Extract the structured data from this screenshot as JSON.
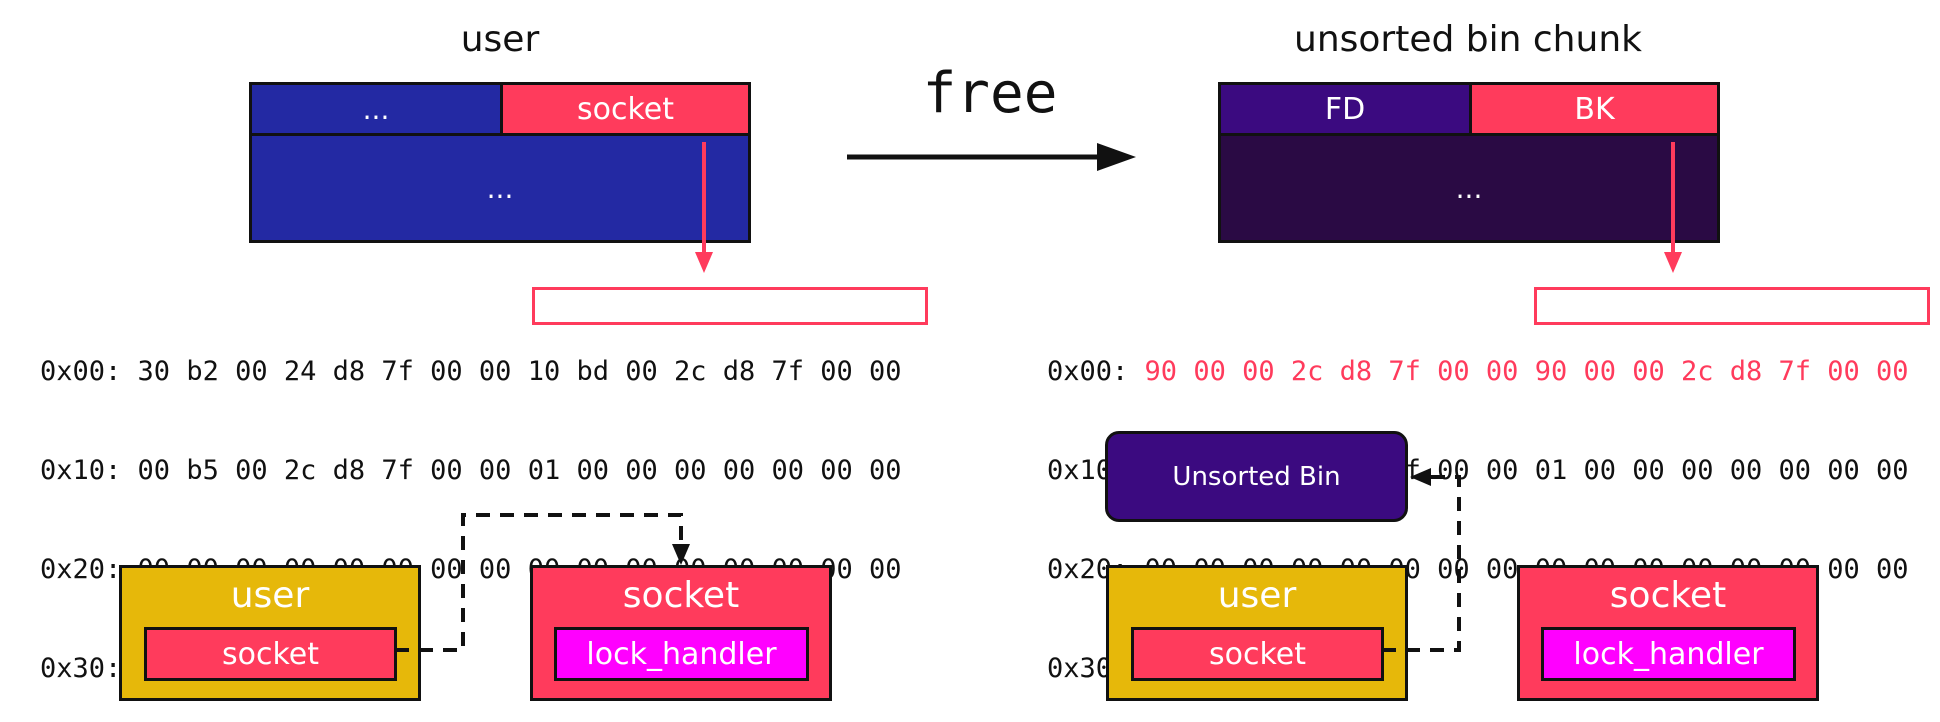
{
  "left_diagram": {
    "title": "user",
    "cell_dots_top": "...",
    "cell_socket": "socket",
    "cell_dots_body": "..."
  },
  "right_diagram": {
    "title": "unsorted bin chunk",
    "cell_fd": "FD",
    "cell_bk": "BK",
    "cell_dots_body": "..."
  },
  "transition": {
    "label": "free"
  },
  "left_hex": {
    "rows": [
      {
        "offset": "0x00:",
        "bytes_a": "30 b2 00 24 d8 7f 00 00",
        "bytes_b": "10 bd 00 2c d8 7f 00 00"
      },
      {
        "offset": "0x10:",
        "bytes_a": "00 b5 00 2c d8 7f 00 00",
        "bytes_b": "01 00 00 00 00 00 00 00"
      },
      {
        "offset": "0x20:",
        "bytes_a": "00 00 00 00 00 00 00 00",
        "bytes_b": "00 00 00 00 00 00 00 00"
      },
      {
        "offset": "0x30:",
        "bytes_a": "...",
        "bytes_b": ""
      }
    ]
  },
  "right_hex": {
    "rows": [
      {
        "offset": "0x00:",
        "bytes_a": "90 00 00 2c d8 7f 00 00",
        "bytes_b": "90 00 00 2c d8 7f 00 00"
      },
      {
        "offset": "0x10:",
        "bytes_a": "00 b5 00 2c d8 7f 00 00",
        "bytes_b": "01 00 00 00 00 00 00 00"
      },
      {
        "offset": "0x20:",
        "bytes_a": "00 00 00 00 00 00 00 00",
        "bytes_b": "00 00 00 00 00 00 00 00"
      },
      {
        "offset": "0x30:",
        "bytes_a": "...",
        "bytes_b": ""
      }
    ]
  },
  "left_structs": {
    "user": {
      "title": "user",
      "field": "socket"
    },
    "socket": {
      "title": "socket",
      "field": "lock_handler"
    }
  },
  "right_structs": {
    "unsorted_bin": "Unsorted Bin",
    "user": {
      "title": "user",
      "field": "socket"
    },
    "socket": {
      "title": "socket",
      "field": "lock_handler"
    }
  },
  "colors": {
    "blue": "#2329a3",
    "red": "#ff3b5c",
    "purple": "#3b0a80",
    "dark_purple": "#2a0a44",
    "yellow": "#e6b80a",
    "magenta": "#ff00ff"
  }
}
